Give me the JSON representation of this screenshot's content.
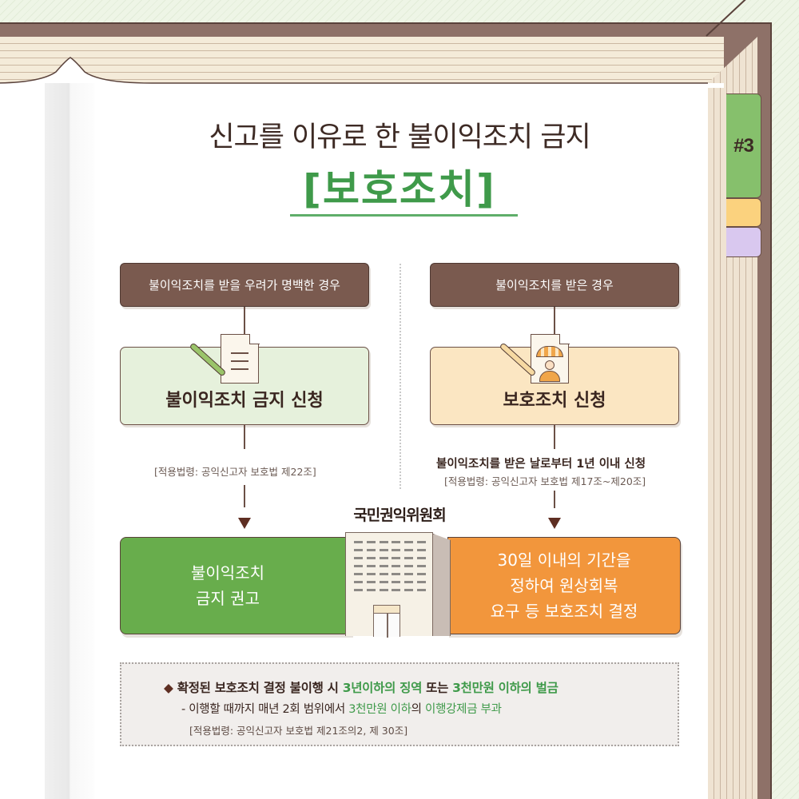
{
  "tab": {
    "label": "#3",
    "colors": [
      "#86c06c",
      "#fbd27e",
      "#d9c8ef"
    ]
  },
  "header": {
    "title": "신고를 이유로 한 불이익조치 금지",
    "subtitle": "[보호조치]"
  },
  "left_branch": {
    "condition": "불이익조치를 받을 우려가 명백한 경우",
    "icon": "document-pen-icon",
    "application": "불이익조치 금지 신청",
    "citation": "[적용법령: 공익신고자 보호법 제22조]",
    "result_line1": "불이익조치",
    "result_line2": "금지 권고"
  },
  "right_branch": {
    "condition": "불이익조치를 받은 경우",
    "icon": "document-umbrella-person-icon",
    "application": "보호조치 신청",
    "deadline_note": "불이익조치를 받은 날로부터 1년 이내 신청",
    "citation": "[적용법령: 공익신고자 보호법 제17조~제20조]",
    "result_line1": "30일 이내의 기간을",
    "result_line2": "정하여 원상회복",
    "result_line3": "요구 등 보호조치 결정"
  },
  "agency": {
    "name": "국민권익위원회",
    "icon": "building-icon"
  },
  "penalty": {
    "bullet": "◆",
    "line1_prefix": "확정된 보호조치 결정 불이행 시 ",
    "line1_hl1": "3년이하의 징역",
    "line1_mid": " 또는 ",
    "line1_hl2": "3천만원 이하의 벌금",
    "line2_prefix": "- 이행할 때까지 매년 2회 범위에서 ",
    "line2_hl1": "3천만원 이하",
    "line2_mid": "의 ",
    "line2_hl2": "이행강제금 부과",
    "citation": "[적용법령: 공익신고자 보호법 제21조의2, 제 30조]"
  },
  "colors": {
    "brand_green": "#3f9a4a",
    "result_green": "#68ad4c",
    "result_orange": "#f2963c",
    "condition_brown": "#7a5a4f",
    "left_box": "#e6f1dc",
    "right_box": "#fbe6c2"
  }
}
